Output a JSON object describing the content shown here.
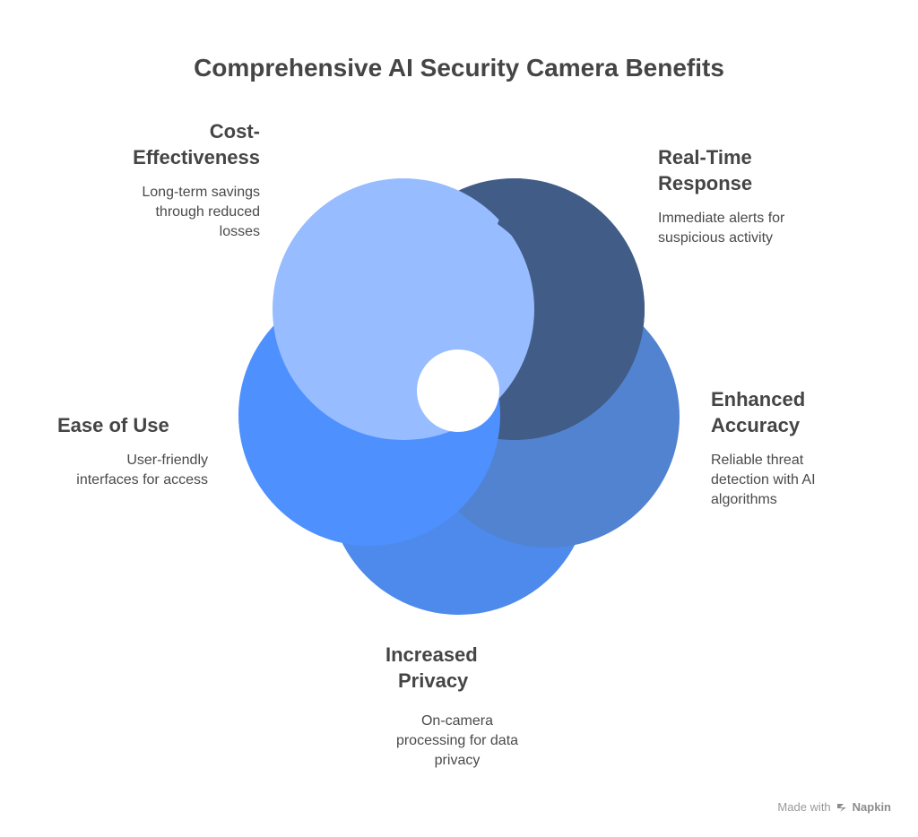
{
  "title": "Comprehensive AI Security Camera Benefits",
  "colors": {
    "cost": "#97bcff",
    "realtime": "#405c87",
    "accuracy": "#5183d0",
    "privacy": "#4d8aeb",
    "ease": "#4d90fe"
  },
  "benefits": {
    "cost": {
      "title_line1": "Cost-",
      "title_line2": "Effectiveness",
      "desc_line1": "Long-term savings",
      "desc_line2": "through reduced",
      "desc_line3": "losses"
    },
    "realtime": {
      "title_line1": "Real-Time",
      "title_line2": "Response",
      "desc_line1": "Immediate alerts for",
      "desc_line2": "suspicious activity"
    },
    "accuracy": {
      "title_line1": "Enhanced",
      "title_line2": "Accuracy",
      "desc_line1": "Reliable threat",
      "desc_line2": "detection with AI",
      "desc_line3": "algorithms"
    },
    "ease": {
      "title_line1": "Ease of Use",
      "desc_line1": "User-friendly",
      "desc_line2": "interfaces for access"
    },
    "privacy": {
      "title_line1": "Increased",
      "title_line2": "Privacy",
      "desc_line1": "On-camera",
      "desc_line2": "processing for data",
      "desc_line3": "privacy"
    }
  },
  "footer": {
    "made_with": "Made with",
    "brand": "Napkin"
  }
}
